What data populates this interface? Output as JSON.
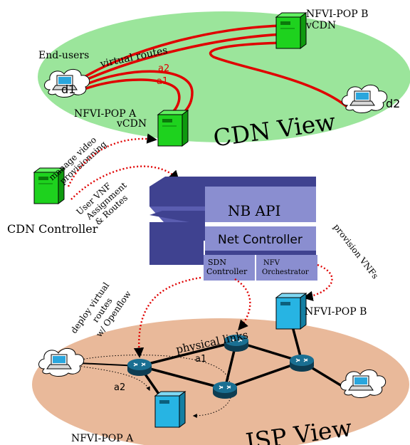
{
  "cdn_view": {
    "title": "CDN View",
    "pop_a_line1": "NFVI-POP A",
    "pop_a_line2": "vCDN",
    "pop_b_line1": "NFVI-POP B",
    "pop_b_line2": "vCDN",
    "end_users": "End-users",
    "virtual_routes": "virtual routes",
    "route_a1": "a1",
    "route_a2": "a2",
    "user_d1": "d1",
    "user_d2": "d2"
  },
  "controller": {
    "label": "CDN Controller",
    "manage_line1": "manage video",
    "manage_line2": "provisionning",
    "assign_line1": "User VNF",
    "assign_line2": "Assignment",
    "assign_line3": "& Routes"
  },
  "stack": {
    "nb_api": "NB API",
    "net_controller": "Net Controller",
    "sdn_line1": "SDN",
    "sdn_line2": "Controller",
    "nfv_line1": "NFV",
    "nfv_line2": "Orchestrator"
  },
  "annotations": {
    "deploy_line1": "deploy virtual",
    "deploy_line2": "routes",
    "deploy_line3": "w/ Openflow",
    "provision_line1": "provision VNFs"
  },
  "isp_view": {
    "title": "ISP View",
    "physical_links": "physical links",
    "pop_a": "NFVI-POP A",
    "pop_b": "NFVI-POP B",
    "route_a1": "a1",
    "route_a2": "a2"
  },
  "colors": {
    "cdn_ellipse": "#9be59b",
    "isp_ellipse": "#e9b99a",
    "server_green": "#1ed21e",
    "server_blue": "#27b4e3",
    "route_red": "#e00000",
    "stack_front": "#8a8ed0",
    "stack_top": "#3f4290",
    "router": "#1a5f7e"
  }
}
